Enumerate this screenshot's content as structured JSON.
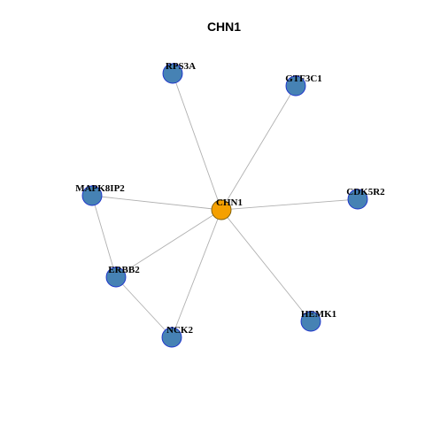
{
  "title": "CHN1",
  "colors": {
    "center_fill": "#F5A000",
    "center_stroke": "#7A5A00",
    "node_fill": "#4682B4",
    "node_stroke": "#1A2FCC",
    "edge": "#B0B0B0"
  },
  "nodes": [
    {
      "id": "CHN1",
      "label": "CHN1",
      "role": "center"
    },
    {
      "id": "RPS3A",
      "label": "RPS3A",
      "role": "neighbor"
    },
    {
      "id": "GTF3C1",
      "label": "GTF3C1",
      "role": "neighbor"
    },
    {
      "id": "MAPK8IP2",
      "label": "MAPK8IP2",
      "role": "neighbor"
    },
    {
      "id": "CDK5R2",
      "label": "CDK5R2",
      "role": "neighbor"
    },
    {
      "id": "ERBB2",
      "label": "ERBB2",
      "role": "neighbor"
    },
    {
      "id": "HEMK1",
      "label": "HEMK1",
      "role": "neighbor"
    },
    {
      "id": "NCK2",
      "label": "NCK2",
      "role": "neighbor"
    }
  ],
  "edges": [
    [
      "CHN1",
      "RPS3A"
    ],
    [
      "CHN1",
      "GTF3C1"
    ],
    [
      "CHN1",
      "MAPK8IP2"
    ],
    [
      "CHN1",
      "CDK5R2"
    ],
    [
      "CHN1",
      "ERBB2"
    ],
    [
      "CHN1",
      "HEMK1"
    ],
    [
      "CHN1",
      "NCK2"
    ],
    [
      "MAPK8IP2",
      "ERBB2"
    ],
    [
      "ERBB2",
      "NCK2"
    ]
  ]
}
